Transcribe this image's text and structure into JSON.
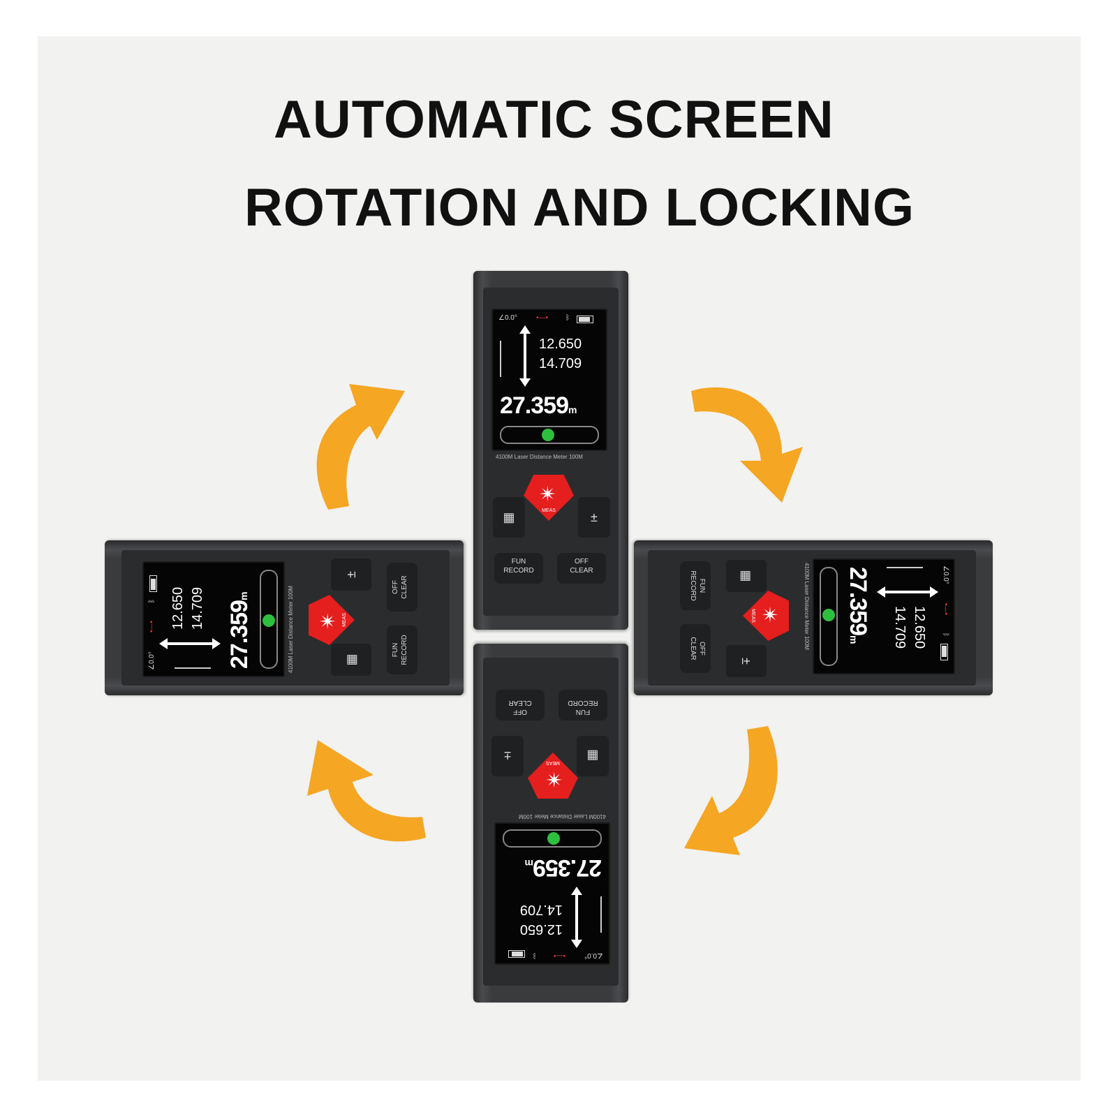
{
  "headline": {
    "line1": "AUTOMATIC SCREEN",
    "line2": "ROTATION AND LOCKING"
  },
  "colors": {
    "arrow": "#f5a623",
    "laser_button": "#e51e1e",
    "status_dot": "#2fbf3f",
    "device_body": "#3a3b3d"
  },
  "device": {
    "angle": "∠0.0°",
    "reading_1": "12.650",
    "reading_2": "14.709",
    "main_reading": "27.359",
    "unit": "m",
    "model_text": "4100M Laser Distance Meter 100M",
    "laser_label": "MEAS",
    "plus_minus": "±",
    "btn_fun": "FUN",
    "btn_record": "RECORD",
    "btn_off": "OFF",
    "btn_clear": "CLEAR"
  }
}
